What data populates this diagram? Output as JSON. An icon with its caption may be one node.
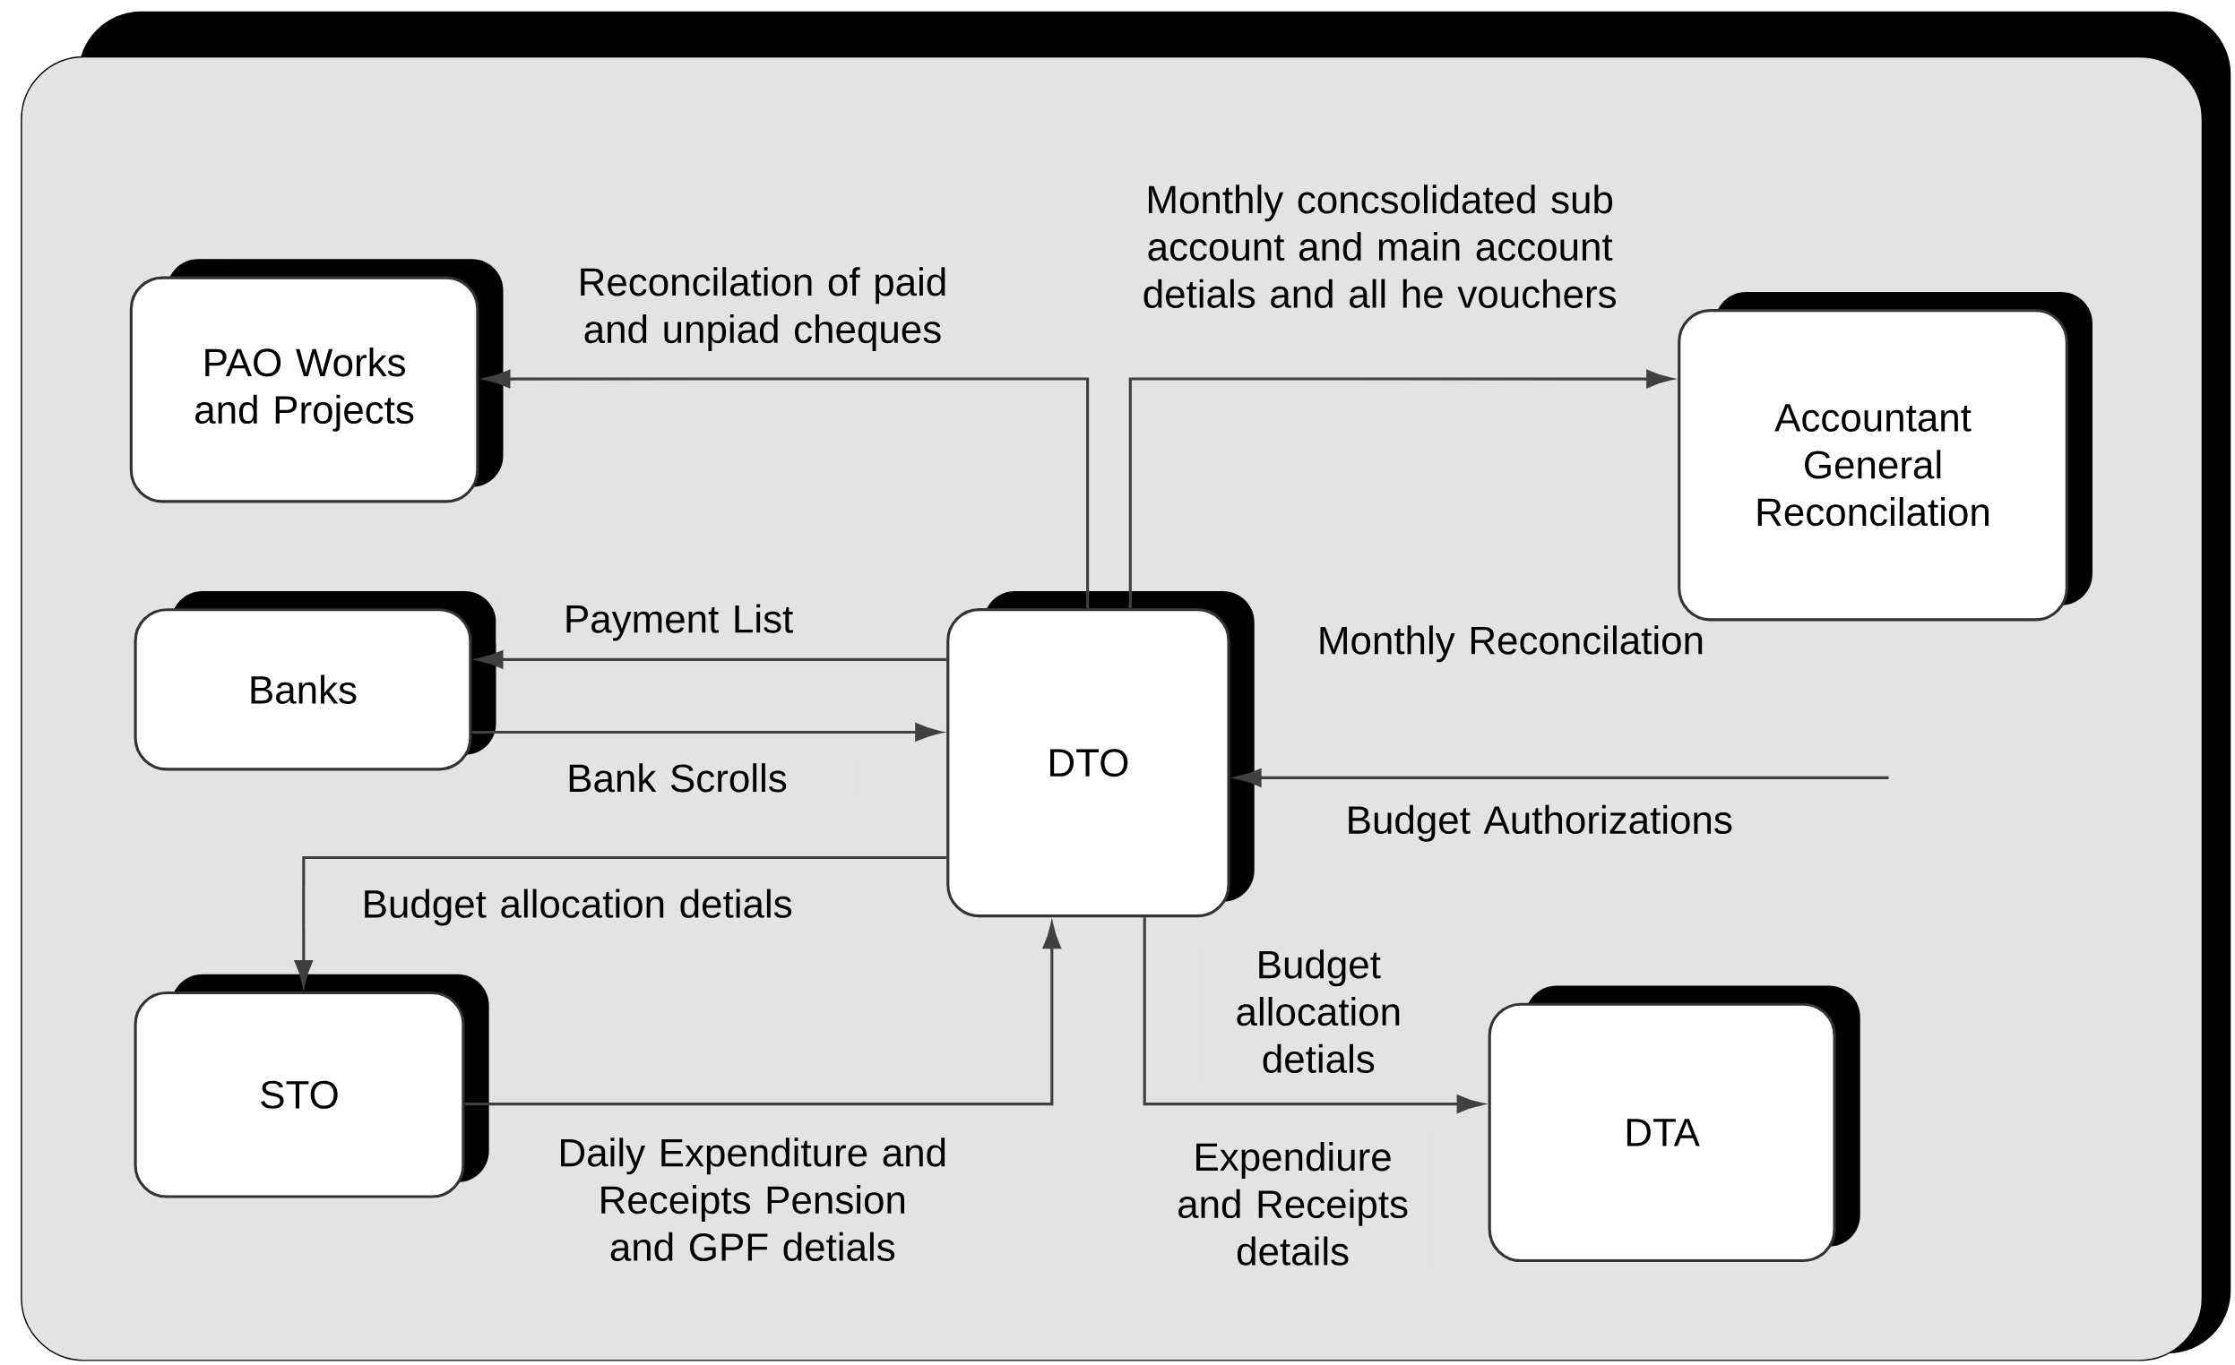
{
  "diagram": {
    "nodes": [
      {
        "text": [
          "PAO Works and Projects"
        ]
      },
      {
        "text": [
          "Accountant General Reconcilation"
        ]
      },
      {
        "text": [
          "Banks"
        ]
      },
      {
        "text": [
          "DTO"
        ]
      },
      {
        "text": [
          "STO"
        ]
      },
      {
        "text": [
          "DTA"
        ]
      }
    ],
    "edges": [
      {
        "from": 3,
        "to": 0,
        "arrow": "to",
        "label": "Reconcilation of paid and unpiad cheques"
      },
      {
        "from": 3,
        "to": 1,
        "arrow": "to",
        "label": "Monthly concsolidated sub account and main account detials and all he vouchers"
      },
      {
        "from": 3,
        "to": 2,
        "arrow": "to",
        "label": "Payment List"
      },
      {
        "from": 2,
        "to": 3,
        "arrow": "to",
        "label": "Bank Scrolls"
      },
      {
        "from": null,
        "to": 3,
        "arrow": "to",
        "label": "Budget Authorizations"
      },
      {
        "from": 3,
        "to": 4,
        "arrow": "to",
        "label": "Budget allocation detials"
      },
      {
        "from": 4,
        "to": 3,
        "arrow": "to",
        "label": "Daily Expenditure and Receipts Pension and GPF detials"
      },
      {
        "from": 3,
        "to": 5,
        "arrow": "to",
        "label": "Budget allocation detials"
      }
    ],
    "labels": [
      "Monthly Reconcilation",
      "Expendiure and Receipts details"
    ]
  }
}
